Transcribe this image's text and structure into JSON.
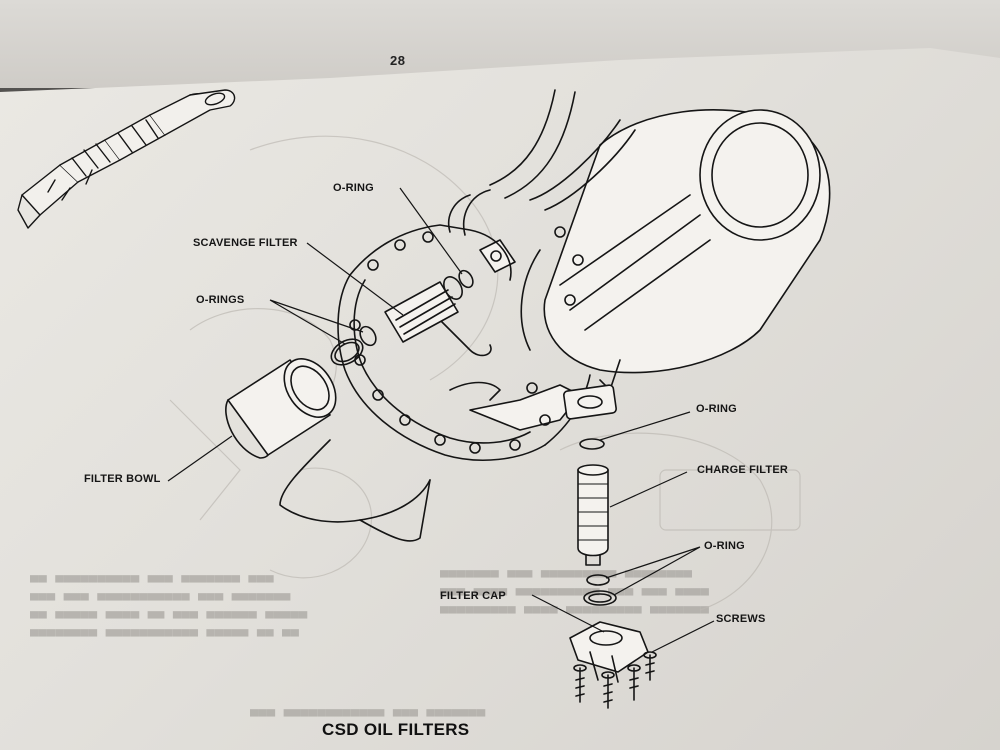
{
  "page": {
    "number": "28",
    "title": "CSD OIL FILTERS"
  },
  "callouts": {
    "o_ring_top": "O-RING",
    "scavenge_filter": "SCAVENGE FILTER",
    "o_rings": "O-RINGS",
    "filter_bowl": "FILTER BOWL",
    "o_ring_right_upper": "O-RING",
    "charge_filter": "CHARGE FILTER",
    "o_ring_right_lower": "O-RING",
    "filter_cap": "FILTER CAP",
    "screws": "SCREWS"
  },
  "colors": {
    "paper": "#e6e4df",
    "ink": "#151515",
    "bleed_through": "#a9a6a1"
  }
}
